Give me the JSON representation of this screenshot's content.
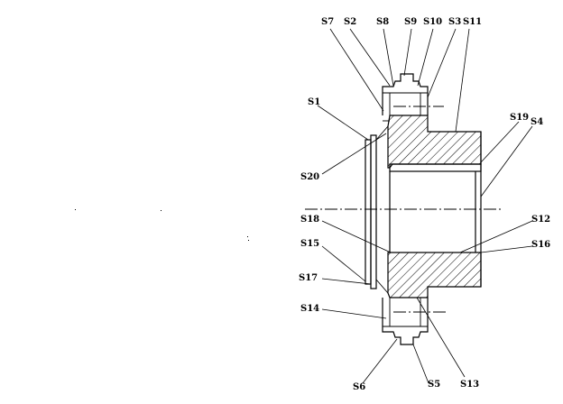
{
  "labels": {
    "s1": "S1",
    "s2": "S2",
    "s3": "S3",
    "s4": "S4",
    "s5": "S5",
    "s6": "S6",
    "s7": "S7",
    "s8": "S8",
    "s9": "S9",
    "s10": "S10",
    "s11": "S11",
    "s12": "S12",
    "s13": "S13",
    "s14": "S14",
    "s15": "S15",
    "s16": "S16",
    "s17": "S17",
    "s18": "S18",
    "s19": "S19",
    "s20": "S20"
  }
}
